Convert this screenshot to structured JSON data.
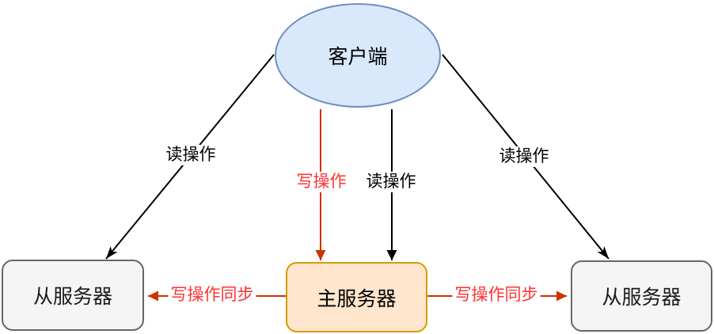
{
  "diagram": {
    "type": "master-slave-replication-architecture",
    "nodes": {
      "client": {
        "label": "客户端",
        "shape": "ellipse",
        "fill": "#dae8fc",
        "stroke": "#6c8ebf"
      },
      "master": {
        "label": "主服务器",
        "shape": "rounded-rect",
        "fill": "#ffe6cc",
        "stroke": "#d79b00"
      },
      "slave_left": {
        "label": "从服务器",
        "shape": "rounded-rect",
        "fill": "#f5f5f5",
        "stroke": "#666666"
      },
      "slave_right": {
        "label": "从服务器",
        "shape": "rounded-rect",
        "fill": "#f5f5f5",
        "stroke": "#666666"
      }
    },
    "edges": {
      "read_left": {
        "from": "client",
        "to": "slave_left",
        "label": "读操作",
        "color": "#000000",
        "label_color": "#000000"
      },
      "write_center": {
        "from": "client",
        "to": "master",
        "label": "写操作",
        "color": "#cc3300",
        "label_color": "#ff3333"
      },
      "read_center": {
        "from": "client",
        "to": "master",
        "label": "读操作",
        "color": "#000000",
        "label_color": "#000000"
      },
      "read_right": {
        "from": "client",
        "to": "slave_right",
        "label": "读操作",
        "color": "#000000",
        "label_color": "#000000"
      },
      "sync_left": {
        "from": "master",
        "to": "slave_left",
        "label": "写操作同步",
        "color": "#cc3300",
        "label_color": "#ff3333"
      },
      "sync_right": {
        "from": "master",
        "to": "slave_right",
        "label": "写操作同步",
        "color": "#cc3300",
        "label_color": "#ff3333"
      }
    }
  }
}
